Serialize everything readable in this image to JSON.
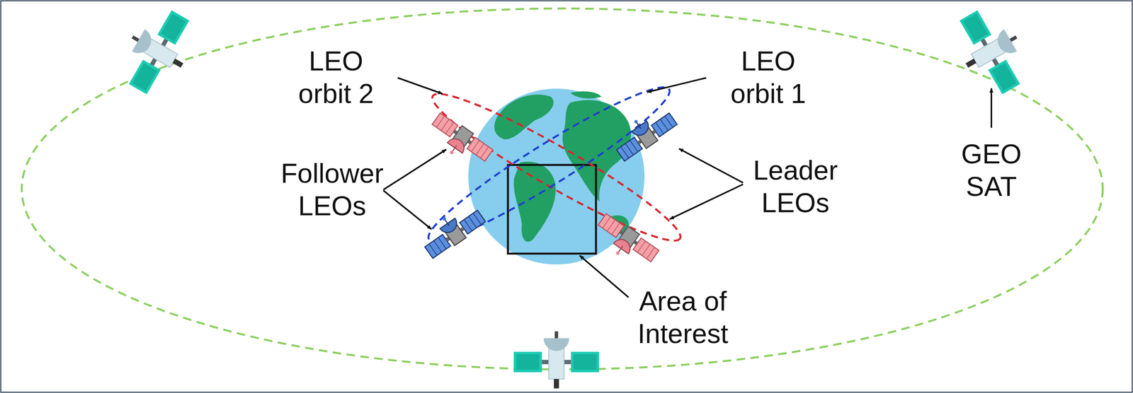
{
  "diagram": {
    "labels": [
      "LEO orbit 2",
      "LEO orbit 1",
      "Follower LEOs",
      "Leader LEOs",
      "GEO SAT",
      "Area of Interest"
    ]
  }
}
